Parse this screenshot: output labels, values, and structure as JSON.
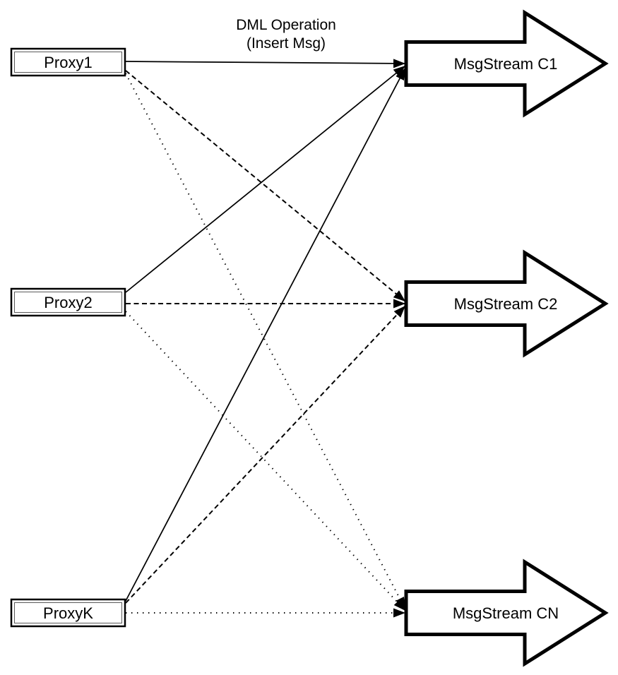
{
  "diagram": {
    "background": "#ffffff",
    "stroke_color": "#000000",
    "fill_color": "#ffffff",
    "annotation": {
      "line1": "DML Operation",
      "line2": "(Insert Msg)"
    },
    "proxies": [
      {
        "id": "proxy1",
        "label": "Proxy1"
      },
      {
        "id": "proxy2",
        "label": "Proxy2"
      },
      {
        "id": "proxyk",
        "label": "ProxyK"
      }
    ],
    "streams": [
      {
        "id": "c1",
        "label": "MsgStream C1"
      },
      {
        "id": "c2",
        "label": "MsgStream C2"
      },
      {
        "id": "cn",
        "label": "MsgStream CN"
      }
    ],
    "edges": [
      {
        "from": "Proxy1",
        "to": "MsgStream C1",
        "style": "solid"
      },
      {
        "from": "Proxy2",
        "to": "MsgStream C1",
        "style": "solid"
      },
      {
        "from": "ProxyK",
        "to": "MsgStream C1",
        "style": "solid"
      },
      {
        "from": "Proxy1",
        "to": "MsgStream C2",
        "style": "dashed"
      },
      {
        "from": "Proxy2",
        "to": "MsgStream C2",
        "style": "dashed"
      },
      {
        "from": "ProxyK",
        "to": "MsgStream C2",
        "style": "dashed"
      },
      {
        "from": "Proxy1",
        "to": "MsgStream CN",
        "style": "dotted"
      },
      {
        "from": "Proxy2",
        "to": "MsgStream CN",
        "style": "dotted"
      },
      {
        "from": "ProxyK",
        "to": "MsgStream CN",
        "style": "dotted"
      }
    ]
  }
}
